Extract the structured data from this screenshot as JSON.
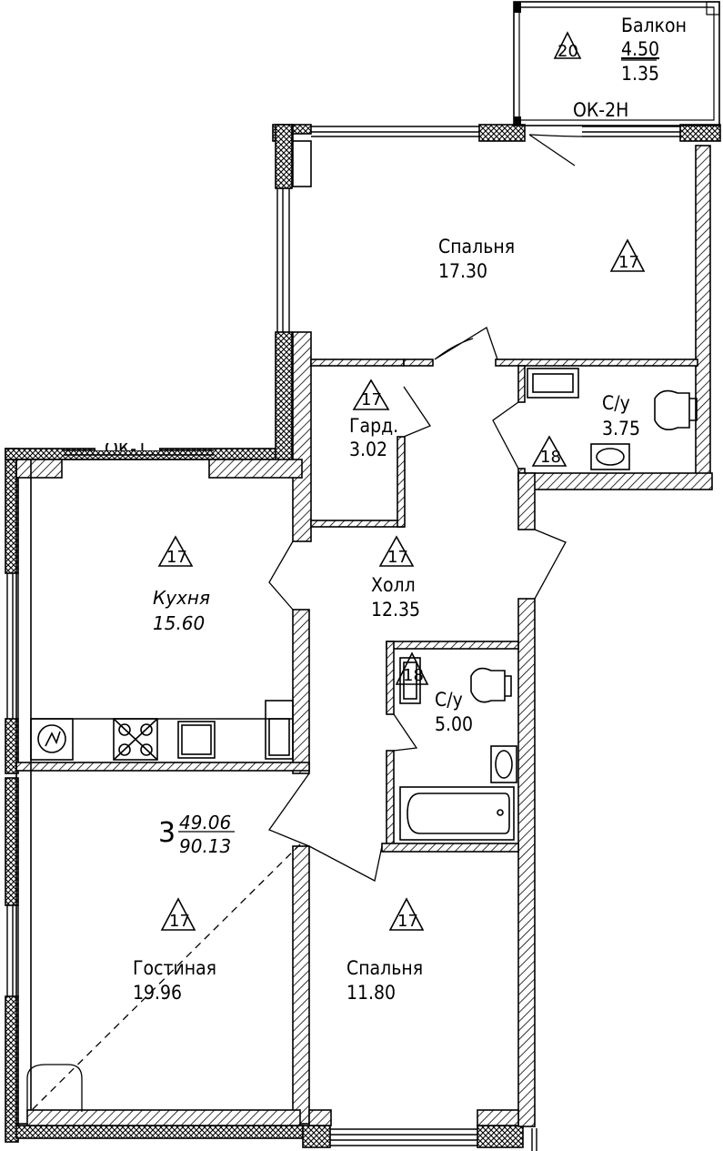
{
  "rooms": {
    "balcony": {
      "name": "Балкон",
      "area": "4.50",
      "coef_area": "1.35",
      "mark": "20",
      "window": "ОК-2Н"
    },
    "bedroom1": {
      "name": "Спальня",
      "area": "17.30",
      "mark": "17"
    },
    "wardrobe": {
      "name": "Гард.",
      "area": "3.02",
      "mark": "17"
    },
    "bathroom1": {
      "name": "С/у",
      "area": "3.75",
      "mark": "18"
    },
    "hall": {
      "name": "Холл",
      "area": "12.35",
      "mark": "17"
    },
    "kitchen": {
      "name": "Кухня",
      "area": "15.60",
      "mark": "17"
    },
    "bathroom2": {
      "name": "С/у",
      "area": "5.00",
      "mark": "18"
    },
    "living": {
      "name": "Гостиная",
      "area": "19.96",
      "mark": "17"
    },
    "bedroom2": {
      "name": "Спальня",
      "area": "11.80",
      "mark": "17"
    }
  },
  "summary": {
    "rooms_count": "3",
    "living_area": "49.06",
    "total_area": "90.13"
  },
  "window_marks": {
    "kitchen_window": "ОК-1"
  },
  "colors": {
    "line": "#000000",
    "background": "#ffffff"
  }
}
